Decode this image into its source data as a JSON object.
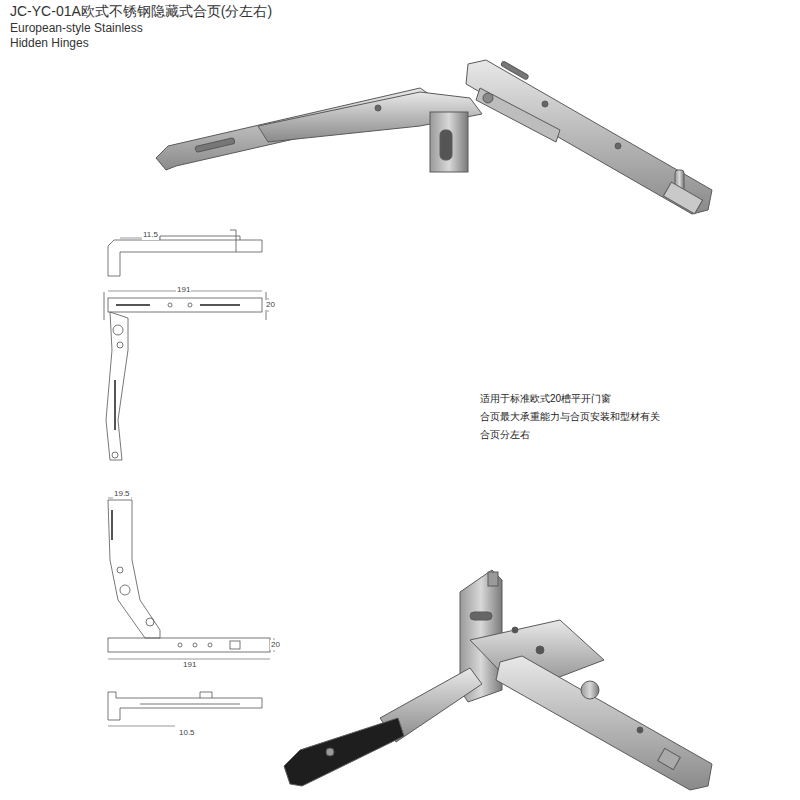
{
  "diagram": {
    "title": "JC-YC-01A欧式不锈钢隐藏式合页(分左右)",
    "labels": [
      "European-style Stainless Hidden Hinges",
      "11.5",
      "191",
      "20",
      "19.5",
      "20",
      "191",
      "10.5",
      "适用于标准欧式20槽平开门窗",
      "合页最大承重能力与合页安装和型材有关",
      "合页分左右"
    ]
  }
}
